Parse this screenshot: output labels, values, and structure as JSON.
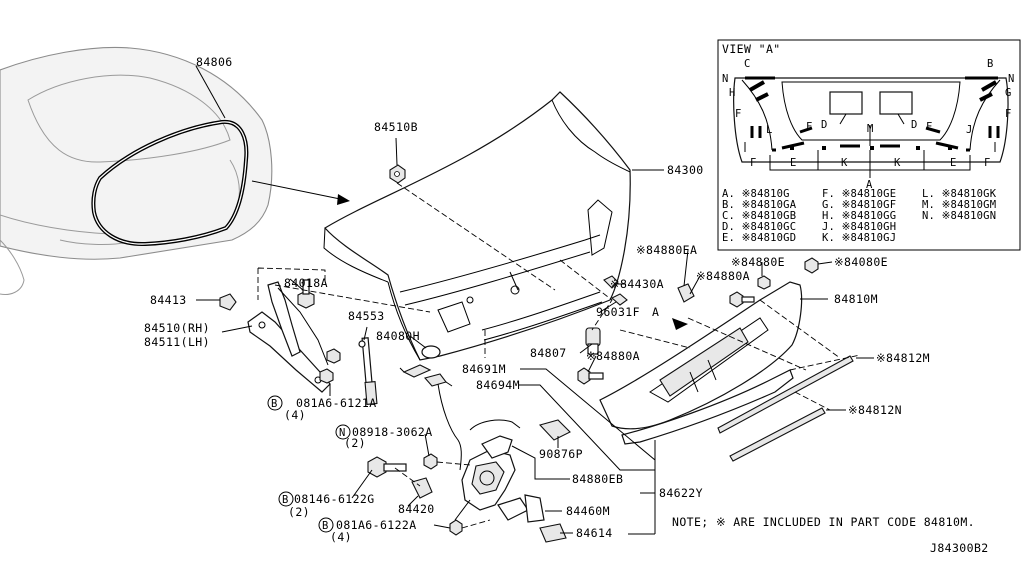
{
  "diagram": {
    "drawing_code": "J84300B2",
    "note": "NOTE; ※ ARE INCLUDED IN PART CODE 84810M.",
    "view_a": {
      "title": "VIEW \"A\"",
      "arrow_label": "A",
      "letters": [
        "A",
        "B",
        "C",
        "D",
        "E",
        "F",
        "G",
        "H",
        "J",
        "K",
        "L",
        "M",
        "N"
      ],
      "legend": [
        "A. ※84810G",
        "B. ※84810GA",
        "C. ※84810GB",
        "D. ※84810GC",
        "E. ※84810GD",
        "F. ※84810GE",
        "G. ※84810GF",
        "H. ※84810GG",
        "J. ※84810GH",
        "K. ※84810GJ",
        "L. ※84810GK",
        "M. ※84810GM",
        "N. ※84810GN"
      ]
    },
    "labels": {
      "p84806": "84806",
      "p84510B": "84510B",
      "p84300": "84300",
      "p84018A": "84018A",
      "p84413": "84413",
      "p84510RH": "84510(RH)",
      "p84511LH": "84511(LH)",
      "p84553": "84553",
      "p84080H": "84080H",
      "p081A6_6121A": "081A6-6121A",
      "p081A6_6121A_qty": "(4)",
      "p08918": "08918-3062A",
      "p08918_qty": "(2)",
      "p08146": "08146-6122G",
      "p08146_qty": "(2)",
      "p081A6_6122A": "081A6-6122A",
      "p081A6_6122A_qty": "(4)",
      "p84420": "84420",
      "p84691M": "84691M",
      "p84694M": "84694M",
      "p84807": "84807",
      "p84880A_1": "※84880A",
      "p96031F": "96031F",
      "view_A_arrow": "A",
      "p84430A": "※84430A",
      "p84880EA": "※84880EA",
      "p84880A_2": "※84880A",
      "p84880E": "※84880E",
      "p84080E": "※84080E",
      "p84810M": "84810M",
      "p84812M": "※84812M",
      "p84812N": "※84812N",
      "p90876P": "90876P",
      "p84880EB": "84880EB",
      "p84622Y": "84622Y",
      "p84460M": "84460M",
      "p84614": "84614",
      "circle_B": "B",
      "circle_N": "N"
    }
  }
}
